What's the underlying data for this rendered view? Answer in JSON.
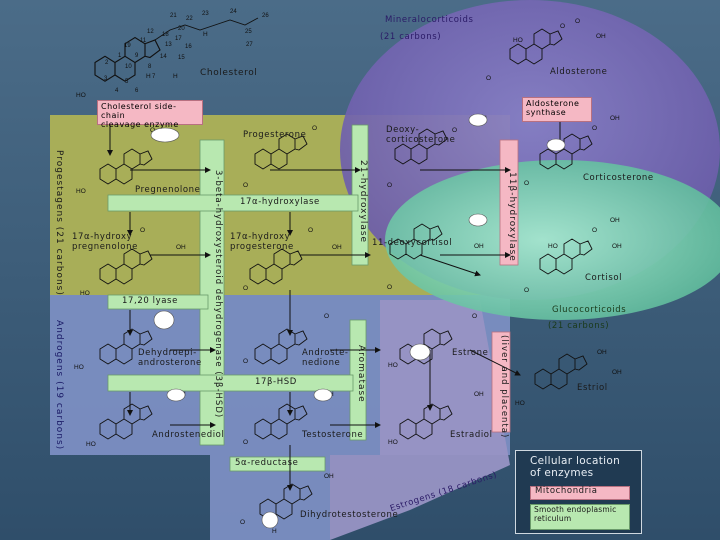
{
  "compounds": {
    "cholesterol": "Cholesterol",
    "pregnenolone": "Pregnenolone",
    "progesterone": "Progesterone",
    "deoxycorticosterone": "Deoxy-\ncorticosterone",
    "corticosterone": "Corticosterone",
    "aldosterone": "Aldosterone",
    "hydroxypregnenolone": "17α-hydroxy\npregnenolone",
    "hydroxyprogesterone": "17α-hydroxy\nprogesterone",
    "deoxycortisol": "11-deoxycortisol",
    "cortisol": "Cortisol",
    "dhea": "Dehydroepi-\nandrosterone",
    "androstenedione": "Androste-\nnedione",
    "estrone": "Estrone",
    "estriol": "Estriol",
    "androstenediol": "Androstenediol",
    "testosterone": "Testosterone",
    "estradiol": "Estradiol",
    "dht": "Dihydrotestosterone"
  },
  "enzymes": {
    "sidechain": "Cholesterol side-chain\ncleavage enzyme",
    "aldosynthase": "Aldosterone\nsynthase",
    "hydroxylase17": "17α-hydroxylase",
    "hydroxylase21": "21-hydroxylase",
    "hydroxylase11": "11β-hydroxylase",
    "lyase": "17,20 lyase",
    "hsd3b": "3-beta-hydroxysteroid dehydrogenase (3β-HSD)",
    "aromatase": "Aromatase",
    "hsd17b": "17β-HSD",
    "reductase": "5α-reductase",
    "liver": "(liver and placenta)"
  },
  "classes": {
    "mineralocorticoids": "Mineralocorticoids",
    "mineralo_carbons": "(21 carbons)",
    "glucocorticoids": "Glucocorticoids",
    "gluco_carbons": "(21 carbons)",
    "progestagens": "Progestagens (21 carbons)",
    "androgens": "Androgens (19 carbons)",
    "estrogens": "Estrogens (18 carbons)"
  },
  "legend": {
    "title": "Cellular location\nof enzymes",
    "mito": "Mitochondria",
    "er": "Smooth endoplasmic\nreticulum"
  },
  "carbon_numbers": [
    "21",
    "22",
    "23",
    "24",
    "26",
    "20",
    "25",
    "12",
    "17",
    "27",
    "18",
    "11",
    "13",
    "16",
    "19",
    "14",
    "15",
    "1",
    "9",
    "2",
    "10",
    "8",
    "7",
    "3",
    "5",
    "4",
    "6"
  ],
  "groups": {
    "ho": "HO",
    "oh": "OH",
    "o": "O",
    "h": "H"
  },
  "colors": {
    "background": "#3d5e7a",
    "progestagen_band": "#a8ae58",
    "androgen_band": "#7e90c4",
    "mineralocorticoid_ellipse": "#7a6ab4",
    "glucocorticoid_ellipse": "#6fc6a8",
    "estrogen_triangle": "#9894c4",
    "mitochondria": "#f5b8c4",
    "smooth_er": "#b8e8b0"
  }
}
